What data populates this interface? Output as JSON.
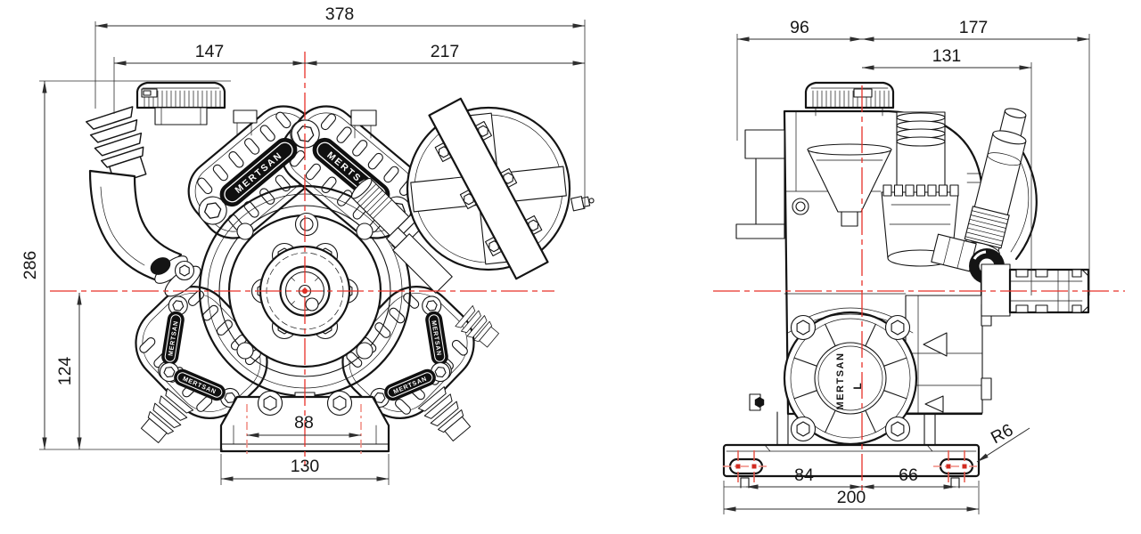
{
  "document": {
    "type": "technical-drawing",
    "views": [
      "front",
      "side"
    ]
  },
  "brand": {
    "name": "MERTSAN",
    "side_marking": "L"
  },
  "colors": {
    "background": "#ffffff",
    "line": "#141414",
    "dimension": "#2e2e2e",
    "centerline": "#e83128",
    "centerline_soft": "#f08a80"
  },
  "front_view": {
    "name": "front view",
    "dimensions": {
      "overall_width": "378",
      "center_to_left": "147",
      "center_to_right": "217",
      "overall_height": "286",
      "base_to_centerline": "124",
      "mount_hole_spacing": "88",
      "base_width": "130"
    }
  },
  "side_view": {
    "name": "side view",
    "dimensions": {
      "center_to_left": "96",
      "center_to_right": "177",
      "center_to_flange": "131",
      "left_slot_to_center": "84",
      "center_to_right_slot": "66",
      "base_width": "200",
      "slot_radius": "R6"
    }
  }
}
